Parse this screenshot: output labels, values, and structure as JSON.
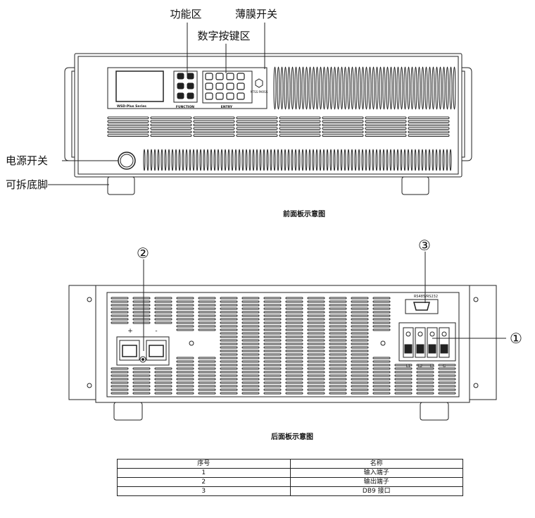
{
  "front": {
    "callouts": {
      "function_area": "功能区",
      "membrane_switch": "薄膜开关",
      "numeric_keys": "数字按键区",
      "power_switch": "电源开关",
      "removable_feet": "可拆底脚"
    },
    "series_text": "WSD-Plus Series",
    "function_label": "FUNCTION",
    "entry_label": "ENTRY",
    "brand_text": "NTSS PARSS",
    "caption": "前面板示意图"
  },
  "rear": {
    "markers": [
      "②",
      "③",
      "①"
    ],
    "port_label": "RS485/RS232",
    "terminal_labels": [
      "L1",
      "L2",
      "L3",
      "G"
    ],
    "polarity": [
      "+",
      "-"
    ],
    "caption": "后面板示意图"
  },
  "table": {
    "headers": [
      "序号",
      "名称"
    ],
    "rows": [
      {
        "no": "1",
        "name": "输入端子"
      },
      {
        "no": "2",
        "name": "输出端子"
      },
      {
        "no": "3",
        "name": "DB9 接口"
      }
    ]
  }
}
